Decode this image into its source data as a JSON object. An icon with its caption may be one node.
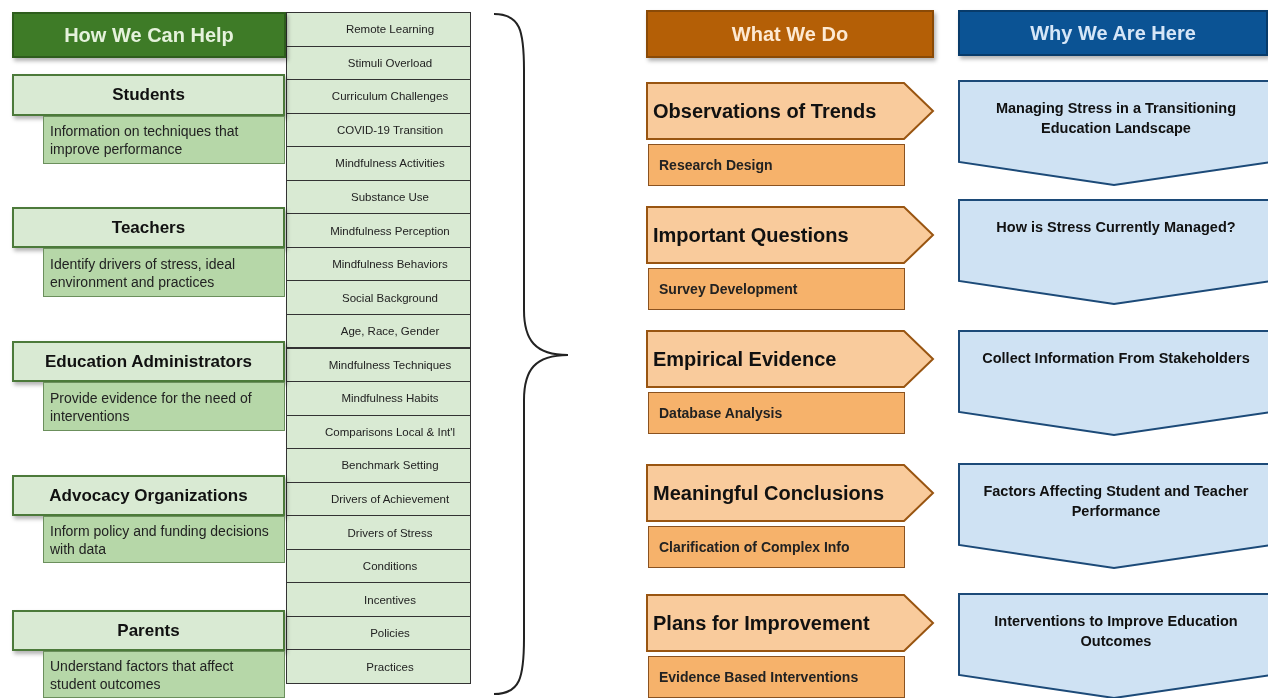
{
  "diagram": {
    "nodes": [
      {
        "text": [
          "How We Can Help"
        ]
      },
      {
        "text": [
          "What We Do"
        ]
      },
      {
        "text": [
          "Why We Are Here"
        ]
      },
      {
        "text": [
          "Students"
        ]
      },
      {
        "text": [
          "Information on techniques that improve performance"
        ]
      },
      {
        "text": [
          "Teachers"
        ]
      },
      {
        "text": [
          "Identify drivers of stress, ideal environment and practices"
        ]
      },
      {
        "text": [
          "Education Administrators"
        ]
      },
      {
        "text": [
          "Provide evidence for the need of interventions"
        ]
      },
      {
        "text": [
          "Advocacy Organizations"
        ]
      },
      {
        "text": [
          "Inform policy and funding decisions with data"
        ]
      },
      {
        "text": [
          "Parents"
        ]
      },
      {
        "text": [
          "Understand factors that affect student outcomes"
        ]
      },
      {
        "text": [
          "Remote Learning"
        ]
      },
      {
        "text": [
          "Stimuli Overload"
        ]
      },
      {
        "text": [
          "Curriculum Challenges"
        ]
      },
      {
        "text": [
          "COVID-19 Transition"
        ]
      },
      {
        "text": [
          "Mindfulness Activities"
        ]
      },
      {
        "text": [
          "Substance Use"
        ]
      },
      {
        "text": [
          "Mindfulness Perception"
        ]
      },
      {
        "text": [
          "Mindfulness Behaviors"
        ]
      },
      {
        "text": [
          "Social Background"
        ]
      },
      {
        "text": [
          "Age, Race, Gender"
        ]
      },
      {
        "text": [
          "Mindfulness Techniques"
        ]
      },
      {
        "text": [
          "Mindfulness Habits"
        ]
      },
      {
        "text": [
          "Comparisons Local & Int'l"
        ]
      },
      {
        "text": [
          "Benchmark Setting"
        ]
      },
      {
        "text": [
          "Drivers of Achievement"
        ]
      },
      {
        "text": [
          "Drivers of Stress"
        ]
      },
      {
        "text": [
          "Conditions"
        ]
      },
      {
        "text": [
          "Incentives"
        ]
      },
      {
        "text": [
          "Policies"
        ]
      },
      {
        "text": [
          "Practices"
        ]
      },
      {
        "text": [
          "Observations of Trends"
        ]
      },
      {
        "text": [
          "Research Design"
        ]
      },
      {
        "text": [
          "Important Questions"
        ]
      },
      {
        "text": [
          "Survey Development"
        ]
      },
      {
        "text": [
          "Empirical Evidence"
        ]
      },
      {
        "text": [
          "Database Analysis"
        ]
      },
      {
        "text": [
          "Meaningful Conclusions"
        ]
      },
      {
        "text": [
          "Clarification of Complex Info"
        ]
      },
      {
        "text": [
          "Plans for Improvement"
        ]
      },
      {
        "text": [
          "Evidence Based Interventions"
        ]
      },
      {
        "text": [
          "Managing Stress in a Transitioning Education Landscape"
        ]
      },
      {
        "text": [
          "How is Stress Currently Managed?"
        ]
      },
      {
        "text": [
          "Collect Information From Stakeholders"
        ]
      },
      {
        "text": [
          "Factors Affecting  Student and Teacher  Performance"
        ]
      },
      {
        "text": [
          "Interventions to Improve Education Outcomes"
        ]
      }
    ]
  }
}
